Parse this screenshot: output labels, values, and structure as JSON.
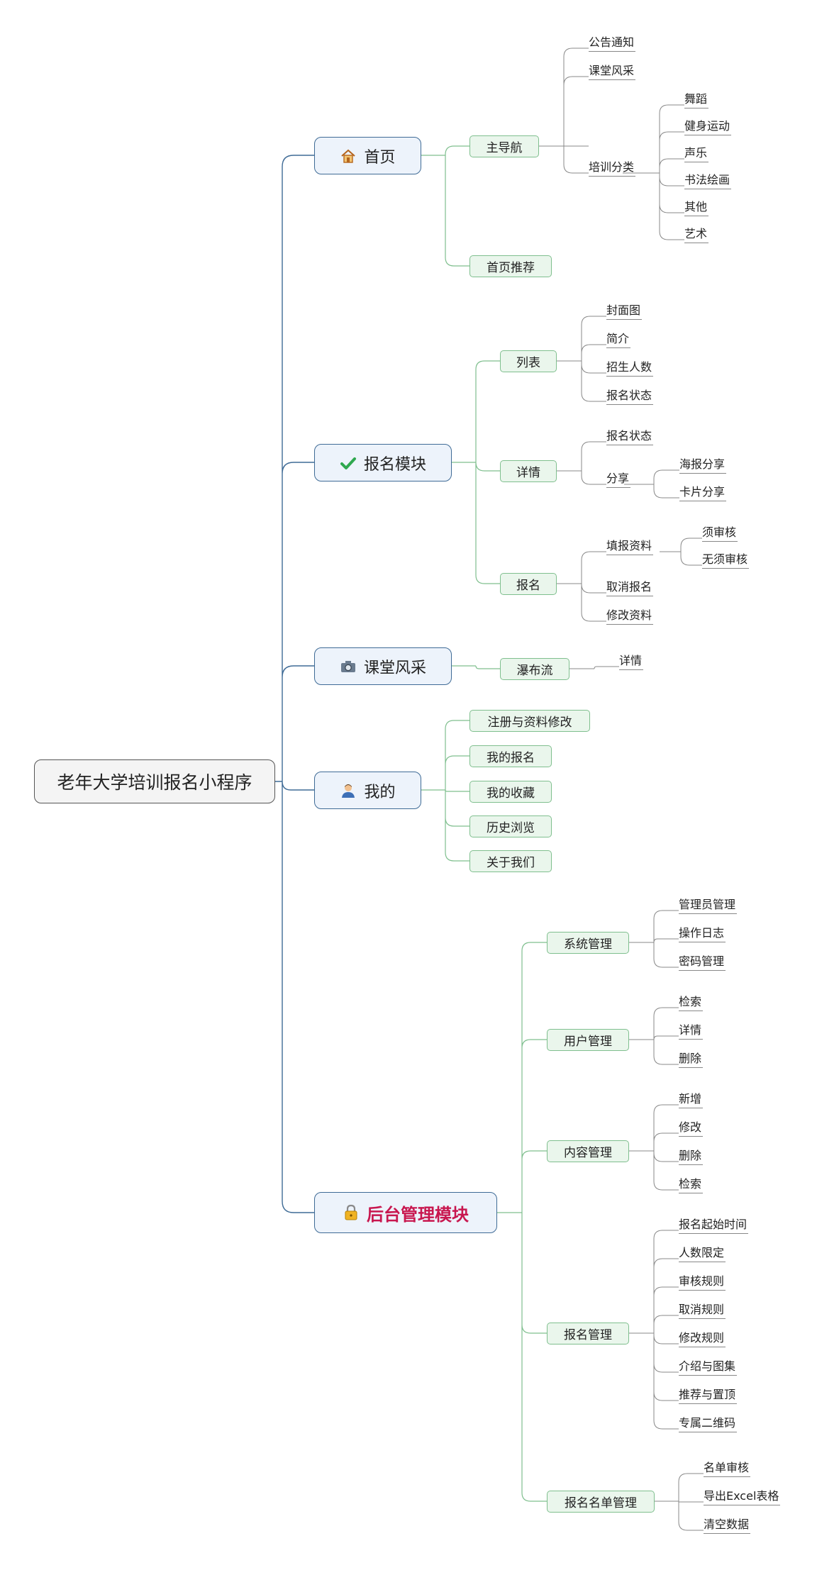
{
  "root": "老年大学培训报名小程序",
  "branches": {
    "home": {
      "label": "首页",
      "icon": "house-icon",
      "nav": "主导航",
      "notice": "公告通知",
      "style": "课堂风采",
      "category": "培训分类",
      "cats": [
        "舞蹈",
        "健身运动",
        "声乐",
        "书法绘画",
        "其他",
        "艺术"
      ],
      "recommend": "首页推荐"
    },
    "signup": {
      "label": "报名模块",
      "icon": "check-icon",
      "list": "列表",
      "list_items": [
        "封面图",
        "简介",
        "招生人数",
        "报名状态"
      ],
      "detail": "详情",
      "detail_status": "报名状态",
      "share": "分享",
      "share_items": [
        "海报分享",
        "卡片分享"
      ],
      "apply": "报名",
      "fill": "填报资料",
      "fill_items": [
        "须审核",
        "无须审核"
      ],
      "cancel": "取消报名",
      "modify": "修改资料"
    },
    "gallery": {
      "label": "课堂风采",
      "icon": "camera-icon",
      "waterfall": "瀑布流",
      "detail": "详情"
    },
    "mine": {
      "label": "我的",
      "icon": "user-icon",
      "items": [
        "注册与资料修改",
        "我的报名",
        "我的收藏",
        "历史浏览",
        "关于我们"
      ]
    },
    "admin": {
      "label": "后台管理模块",
      "icon": "lock-icon",
      "accent": "#c8174f",
      "groups": [
        {
          "label": "系统管理",
          "items": [
            "管理员管理",
            "操作日志",
            "密码管理"
          ]
        },
        {
          "label": "用户管理",
          "items": [
            "检索",
            "详情",
            "删除"
          ]
        },
        {
          "label": "内容管理",
          "items": [
            "新增",
            "修改",
            "删除",
            "检索"
          ]
        },
        {
          "label": "报名管理",
          "items": [
            "报名起始时间",
            "人数限定",
            "审核规则",
            "取消规则",
            "修改规则",
            "介绍与图集",
            "推荐与置顶",
            "专属二维码"
          ]
        },
        {
          "label": "报名名单管理",
          "items": [
            "名单审核",
            "导出Excel表格",
            "清空数据"
          ]
        }
      ]
    }
  },
  "colors": {
    "trunk": "#3f6b96",
    "branch": "#7fbf8e",
    "leaf": "#888888"
  }
}
